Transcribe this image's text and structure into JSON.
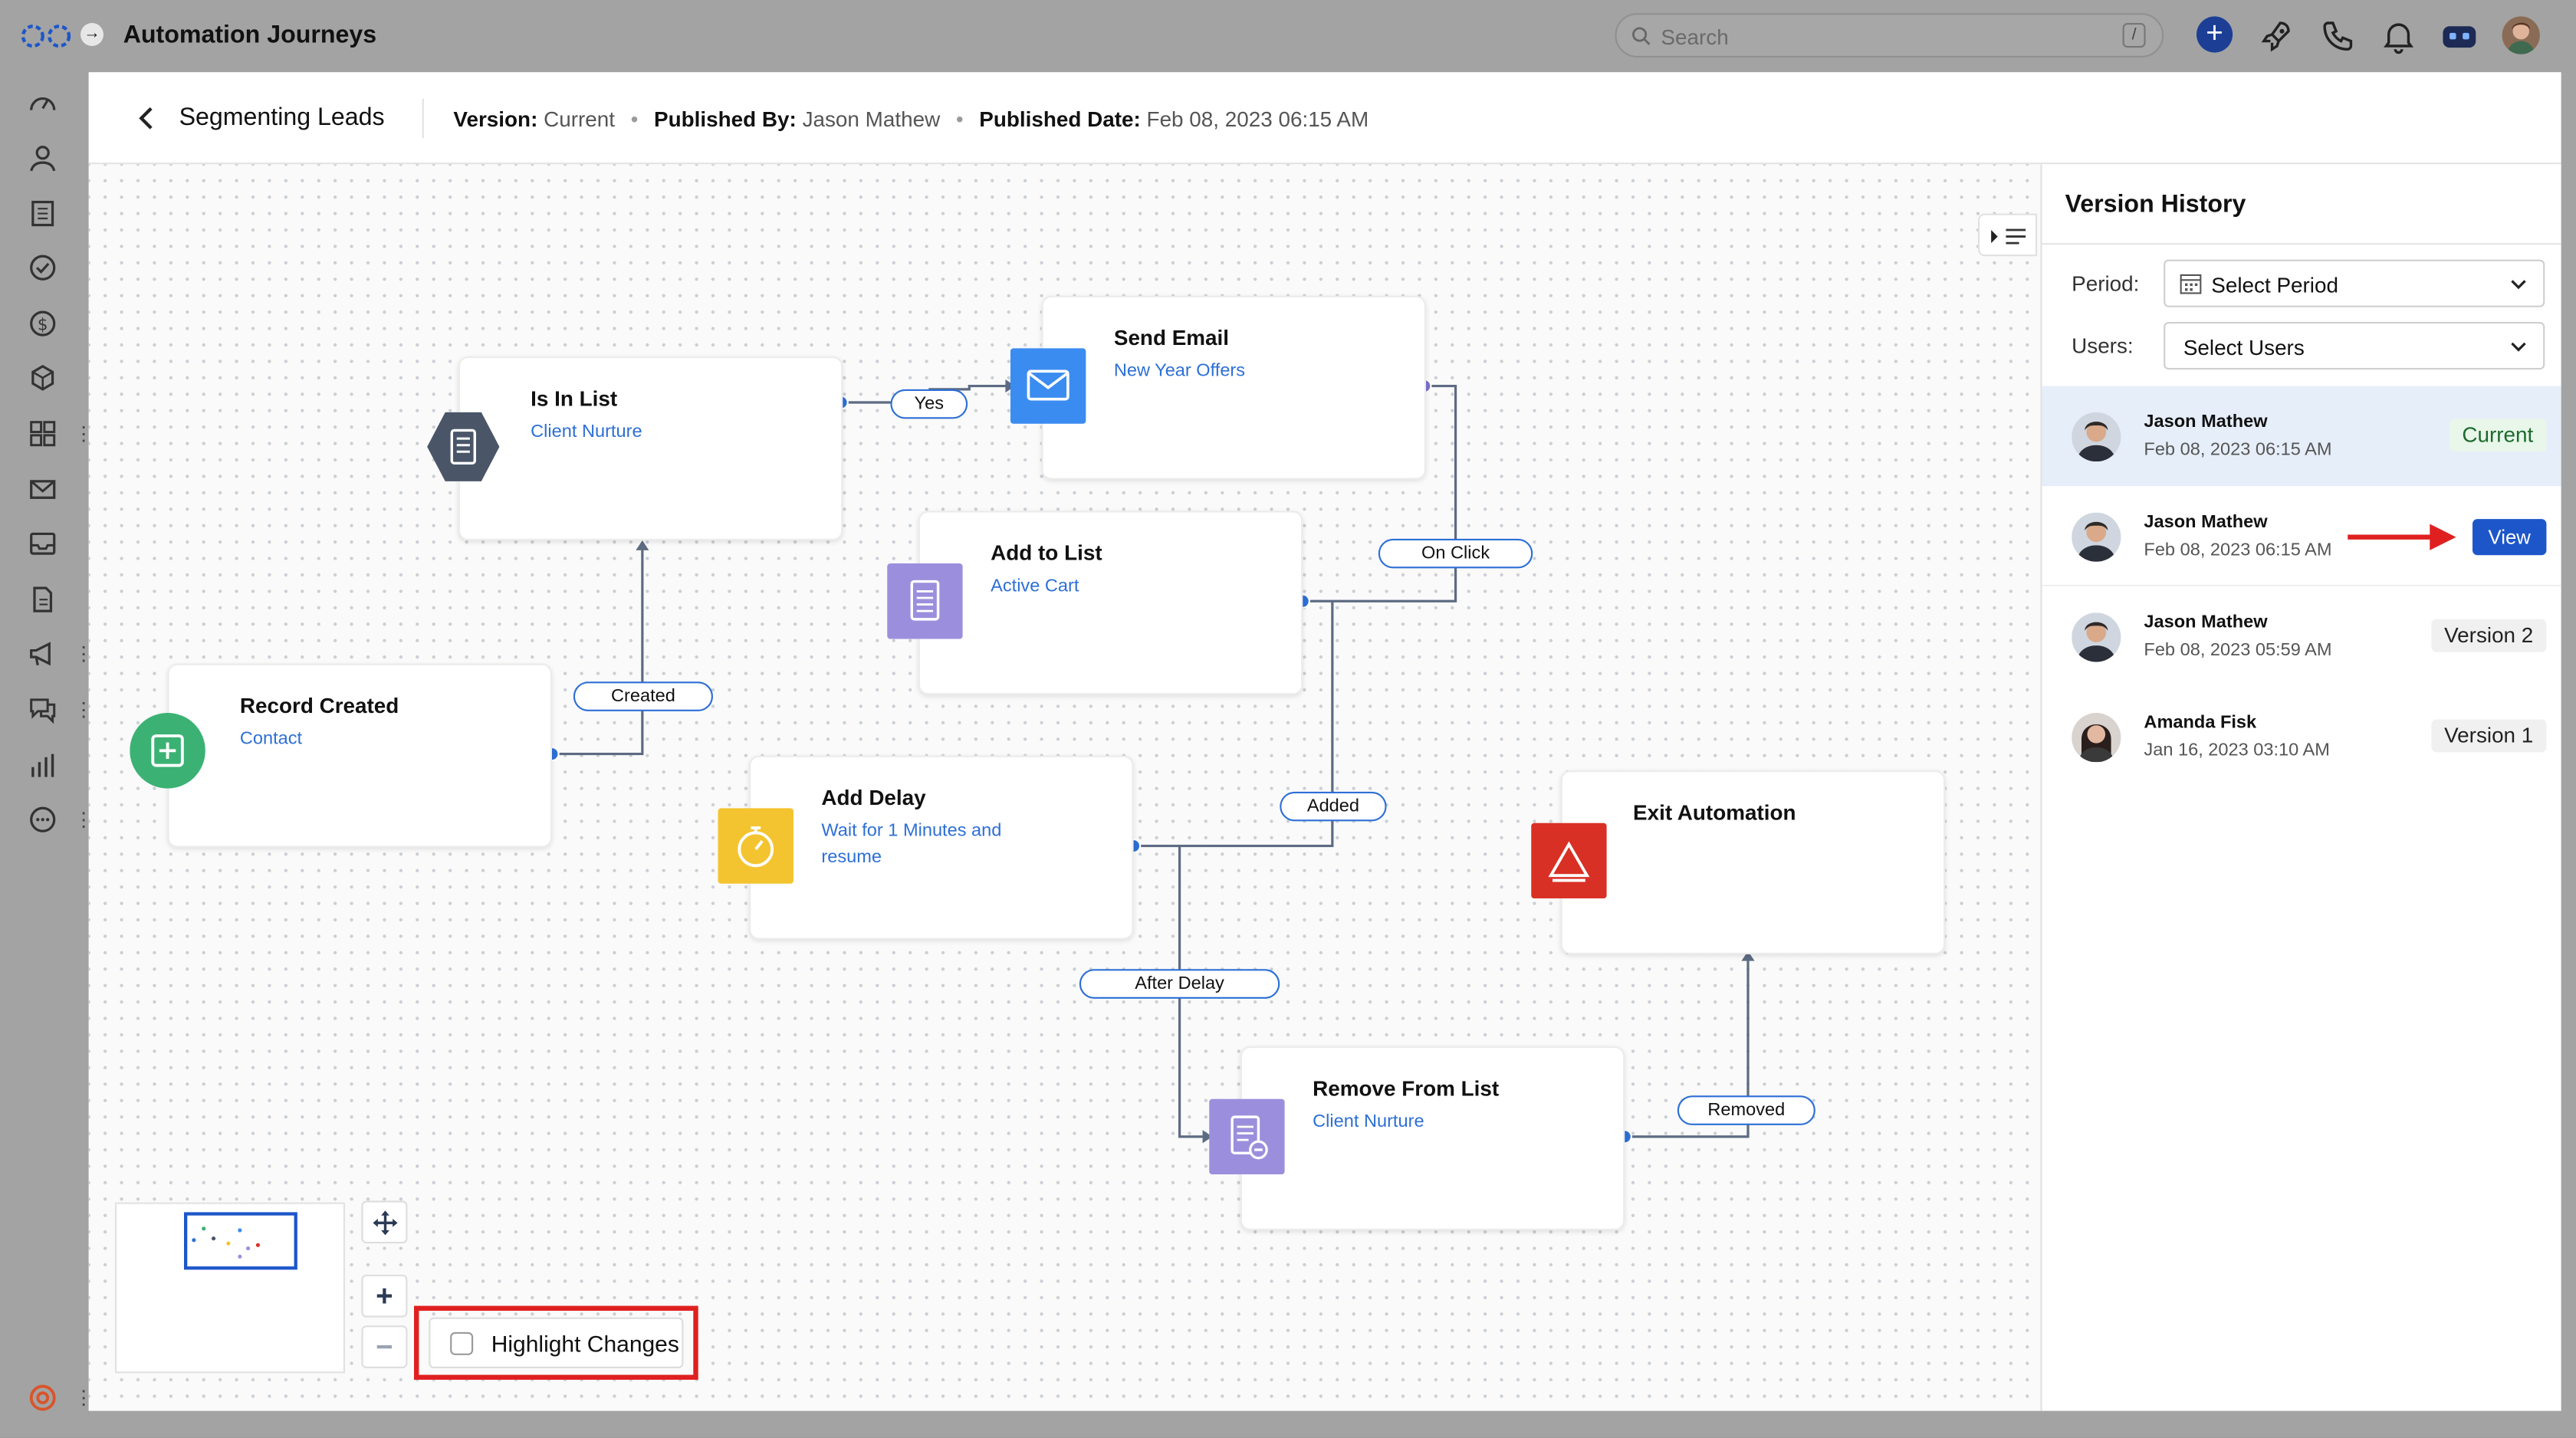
{
  "app": {
    "title": "Automation Journeys",
    "search_placeholder": "Search",
    "search_shortcut": "/"
  },
  "header": {
    "title": "Segmenting Leads",
    "version_label": "Version:",
    "version_value": "Current",
    "published_by_label": "Published By:",
    "published_by_value": "Jason Mathew",
    "published_date_label": "Published Date:",
    "published_date_value": "Feb 08, 2023 06:15 AM"
  },
  "flow": {
    "nodes": {
      "record_created": {
        "title": "Record Created",
        "subtitle": "Contact",
        "icon": "plus-square-icon",
        "color": "#3bb273"
      },
      "is_in_list": {
        "title": "Is In List",
        "subtitle": "Client Nurture",
        "icon": "list-document-icon",
        "color": "#4a5568"
      },
      "send_email": {
        "title": "Send Email",
        "subtitle": "New Year Offers",
        "icon": "mail-icon",
        "color": "#3b8cf0"
      },
      "add_to_list": {
        "title": "Add to List",
        "subtitle": "Active Cart",
        "icon": "list-document-icon",
        "color": "#9b8fdd"
      },
      "add_delay": {
        "title": "Add Delay",
        "subtitle": "Wait for 1 Minutes and resume",
        "icon": "stopwatch-icon",
        "color": "#f4c430"
      },
      "exit_automation": {
        "title": "Exit Automation",
        "subtitle": "",
        "icon": "warning-triangle-icon",
        "color": "#d93025"
      },
      "remove_from_list": {
        "title": "Remove From List",
        "subtitle": "Client Nurture",
        "icon": "list-remove-icon",
        "color": "#9b8fdd"
      }
    },
    "edges": {
      "yes": "Yes",
      "created": "Created",
      "on_click": "On Click",
      "added": "Added",
      "after_delay": "After Delay",
      "removed": "Removed"
    }
  },
  "controls": {
    "highlight_changes": "Highlight Changes",
    "highlight_checked": false,
    "zoom_in": "+",
    "zoom_out": "−"
  },
  "version_history": {
    "title": "Version History",
    "period_label": "Period:",
    "period_value": "Select Period",
    "users_label": "Users:",
    "users_value": "Select Users",
    "versions": [
      {
        "name": "Jason Mathew",
        "date": "Feb 08, 2023 06:15 AM",
        "badge": "Current"
      },
      {
        "name": "Jason Mathew",
        "date": "Feb 08, 2023 06:15 AM",
        "action": "View"
      },
      {
        "name": "Jason Mathew",
        "date": "Feb 08, 2023 05:59 AM",
        "badge": "Version 2"
      },
      {
        "name": "Amanda Fisk",
        "date": "Jan 16, 2023 03:10 AM",
        "badge": "Version 1"
      }
    ]
  },
  "colors": {
    "accent": "#1d56c9",
    "link": "#2d6fd6",
    "annotation_red": "#e02020",
    "connector": "#5d6b82"
  }
}
